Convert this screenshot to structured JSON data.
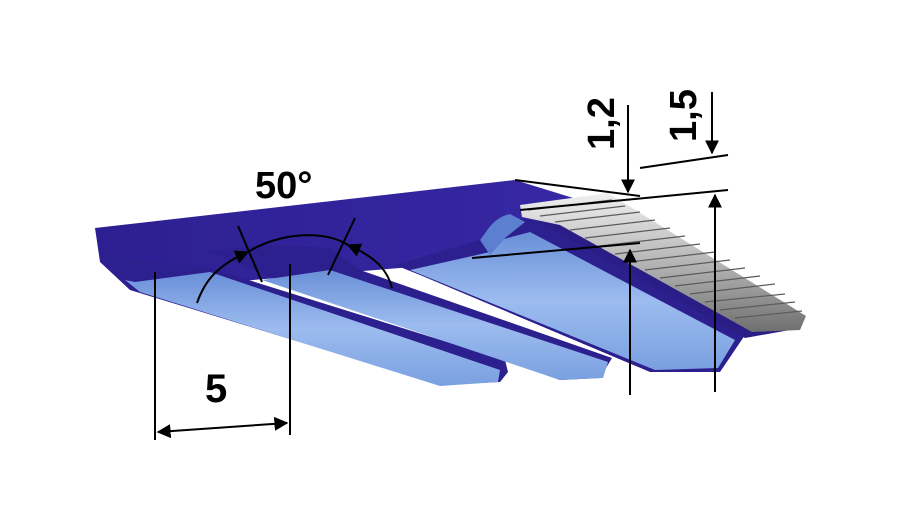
{
  "diagram": {
    "labels": {
      "tooth_angle": "50°",
      "pitch": "5",
      "tooth_height": "1,2",
      "total_thickness": "1,5"
    },
    "colors": {
      "belt_dark": "#2c1f8e",
      "belt_face": "#3a2aa6",
      "belt_tooth_light": "#8fb2ea",
      "belt_tooth_mid": "#6f96dd",
      "cord_light": "#d7d7d7",
      "cord_dark": "#8a8a8a",
      "dimension_line": "#000000"
    }
  }
}
